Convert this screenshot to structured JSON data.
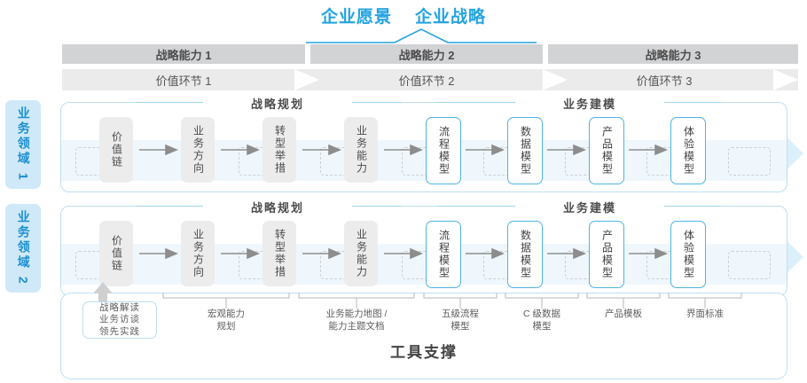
{
  "header": {
    "titles": [
      "企业愿景",
      "企业战略"
    ],
    "accent_color": "#23a3e0"
  },
  "capability_bands": [
    {
      "label": "战略能力 1"
    },
    {
      "label": "战略能力 2"
    },
    {
      "label": "战略能力 3"
    }
  ],
  "value_chain_bands": [
    {
      "label": "价值环节 1"
    },
    {
      "label": "价值环节 2"
    },
    {
      "label": "价值环节 3"
    }
  ],
  "domains": [
    {
      "tab_label": "业务领域 1",
      "sections": [
        {
          "title": "战略规划",
          "nodes": [
            "价值链",
            "业务方向",
            "转型举措",
            "业务能力"
          ]
        },
        {
          "title": "业务建模",
          "nodes": [
            "流程模型",
            "数据模型",
            "产品模型",
            "体验模型"
          ]
        }
      ]
    },
    {
      "tab_label": "业务领域 2",
      "sections": [
        {
          "title": "战略规划",
          "nodes": [
            "价值链",
            "业务方向",
            "转型举措",
            "业务能力"
          ]
        },
        {
          "title": "业务建模",
          "nodes": [
            "流程模型",
            "数据模型",
            "产品模型",
            "体验模型"
          ]
        }
      ]
    }
  ],
  "tool_support": {
    "title": "工具支撑",
    "input_box": [
      "战略解读",
      "业务访谈",
      "领先实践"
    ],
    "labels": [
      {
        "line1": "宏观能力",
        "line2": "规划"
      },
      {
        "line1": "业务能力地图 /",
        "line2": "能力主题文档"
      },
      {
        "line1": "五级流程",
        "line2": "模型"
      },
      {
        "line1": "C 级数据",
        "line2": "模型"
      },
      {
        "line1": "产品模板",
        "line2": ""
      },
      {
        "line1": "界面标准",
        "line2": ""
      }
    ]
  },
  "colors": {
    "accent_blue": "#23a3e0",
    "node_blue_border": "#4eb3e5",
    "band_gray": "#d2d3d5",
    "vc_gray": "#ebebeb",
    "strip_blue": "#eff7fd",
    "tab_blue": "#cfe9f9"
  }
}
